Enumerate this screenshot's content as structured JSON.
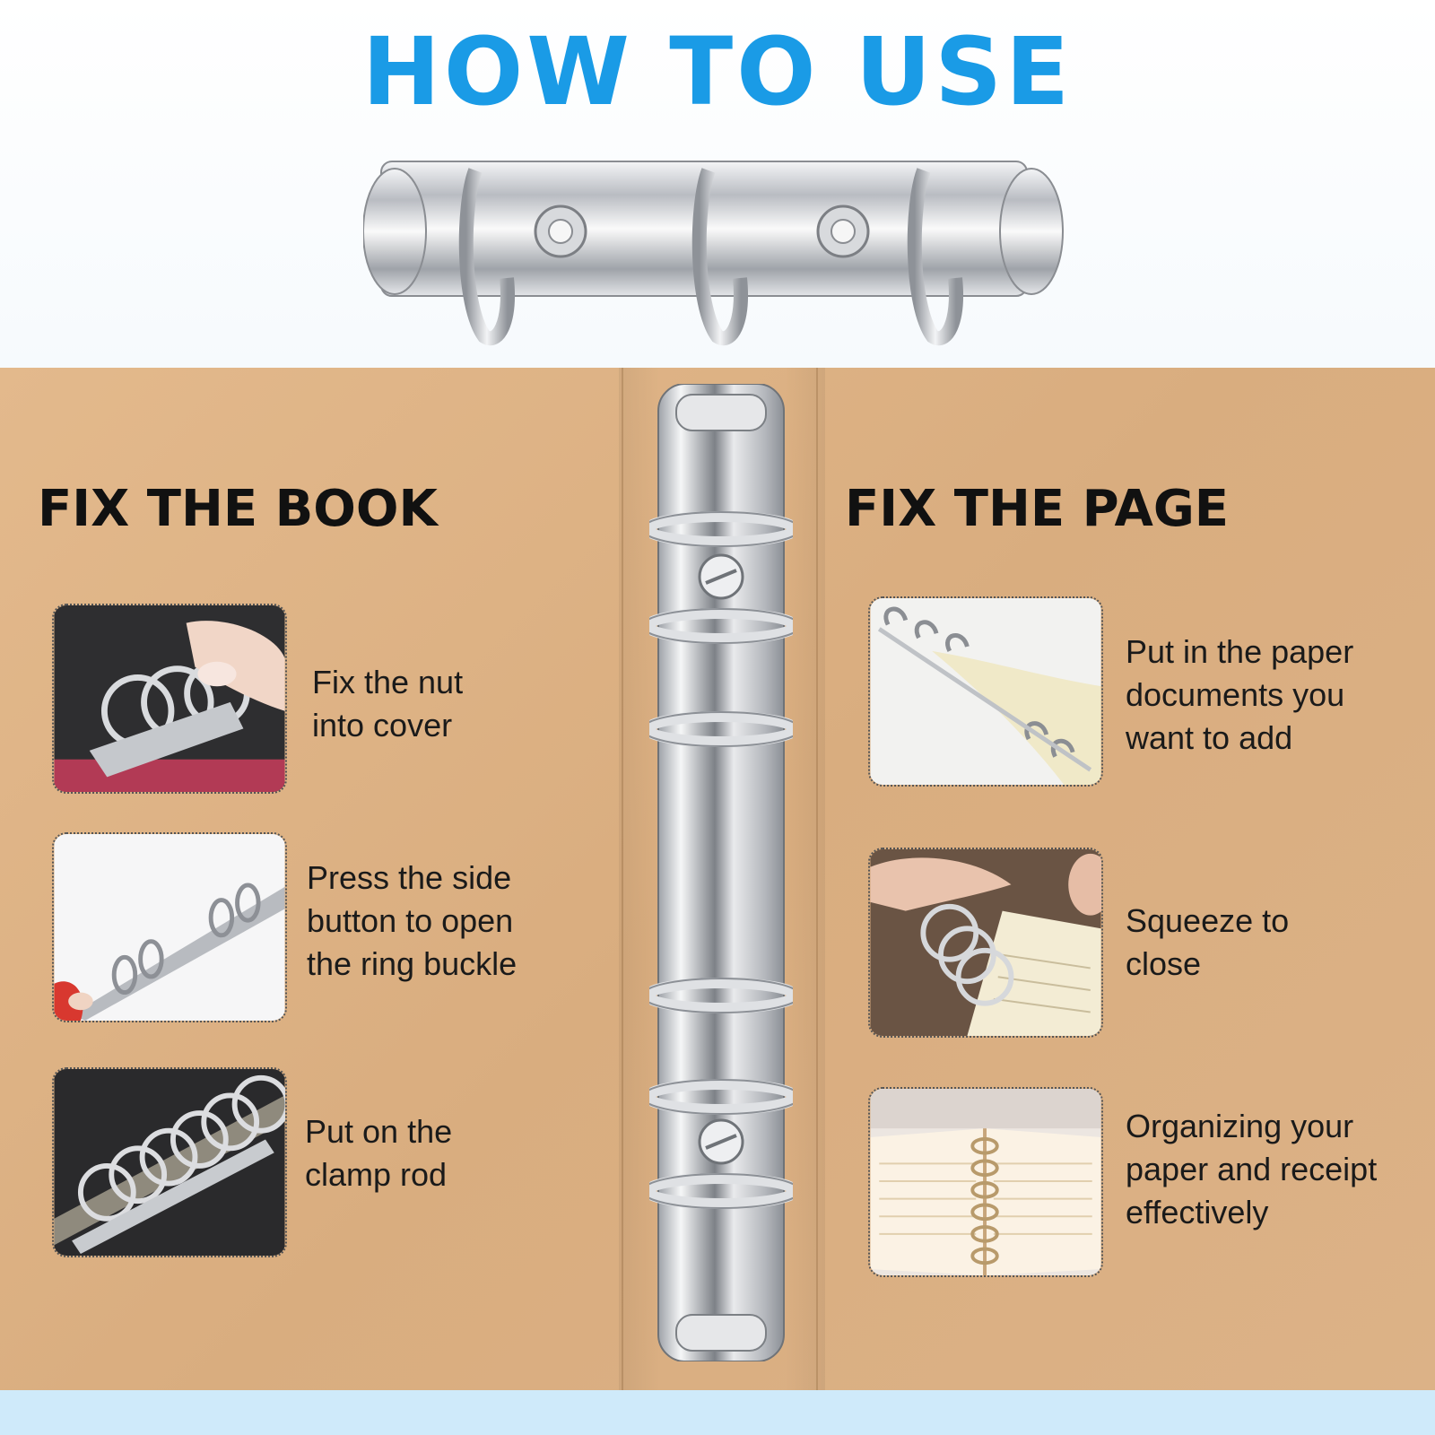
{
  "headline": "HOW TO USE",
  "headline_color": "#1a9be6",
  "sections": {
    "left": {
      "heading": "FIX THE BOOK",
      "steps": [
        {
          "text": "Fix the nut\ninto cover",
          "image": "hand-fixing-nut-photo"
        },
        {
          "text": "Press the side\nbutton to open\nthe ring buckle",
          "image": "ring-rod-side-button-photo"
        },
        {
          "text": "Put on the\nclamp rod",
          "image": "rings-on-clamp-rod-photo"
        }
      ]
    },
    "right": {
      "heading": "FIX THE PAGE",
      "steps": [
        {
          "text": "Put in the paper\ndocuments you\nwant to add",
          "image": "paper-on-rings-photo"
        },
        {
          "text": "Squeeze to\nclose",
          "image": "hand-squeezing-rings-photo"
        },
        {
          "text": "Organizing your\npaper and receipt\neffectively",
          "image": "open-notebook-photo"
        }
      ]
    }
  },
  "colors": {
    "cardboard": "#dcb287",
    "metal": "#c9ccd1",
    "text": "#1a1a1a"
  }
}
